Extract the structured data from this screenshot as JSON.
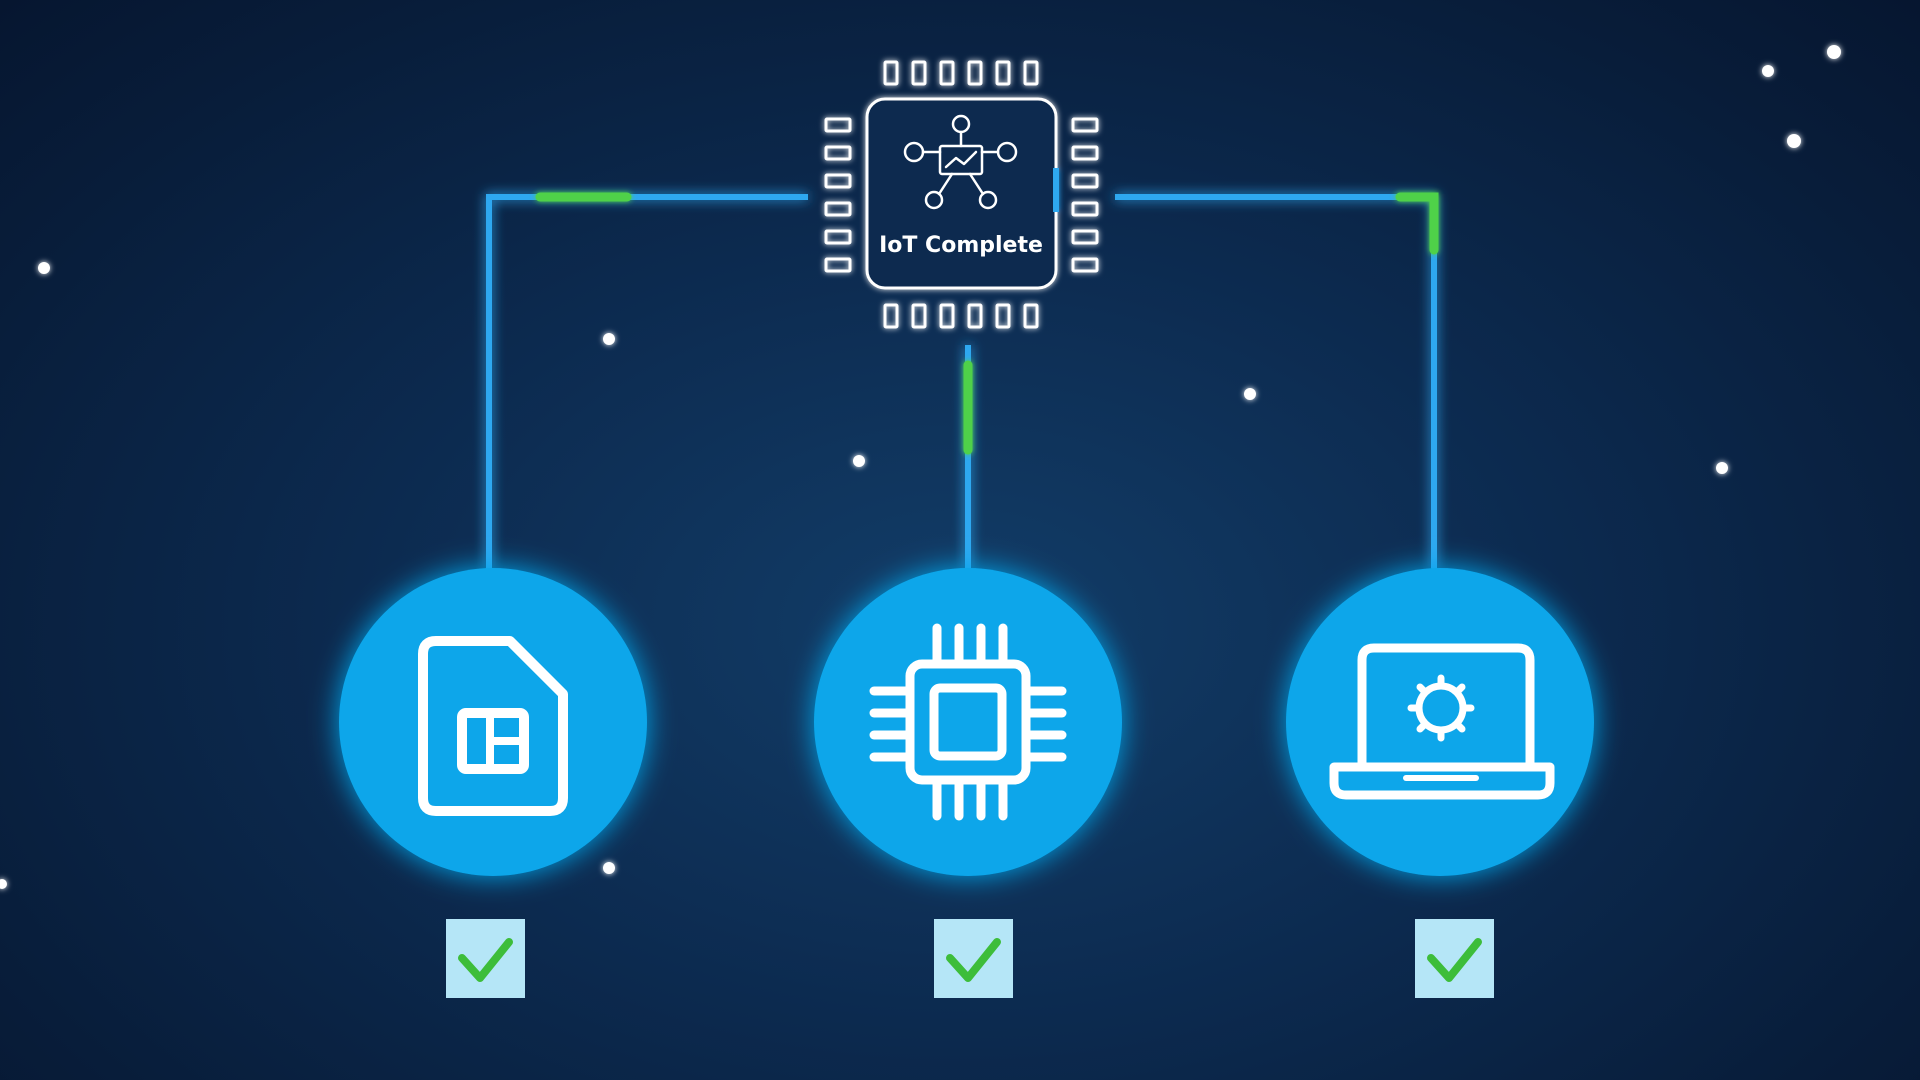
{
  "hub": {
    "title": "IoT Complete",
    "icon": "network-analytics-icon"
  },
  "nodes": [
    {
      "id": "sim",
      "icon": "sim-card-icon",
      "status": "checked",
      "status_icon": "checkmark-icon"
    },
    {
      "id": "chip",
      "icon": "microchip-icon",
      "status": "checked",
      "status_icon": "checkmark-icon"
    },
    {
      "id": "laptop",
      "icon": "laptop-gear-icon",
      "status": "checked",
      "status_icon": "checkmark-icon"
    }
  ],
  "colors": {
    "background": "#0c2a4f",
    "node_fill": "#0aa6ea",
    "line": "#2fa8f0",
    "pulse": "#4fd14a",
    "checkbox": "#b5e6f7",
    "check": "#3dbd3a"
  }
}
